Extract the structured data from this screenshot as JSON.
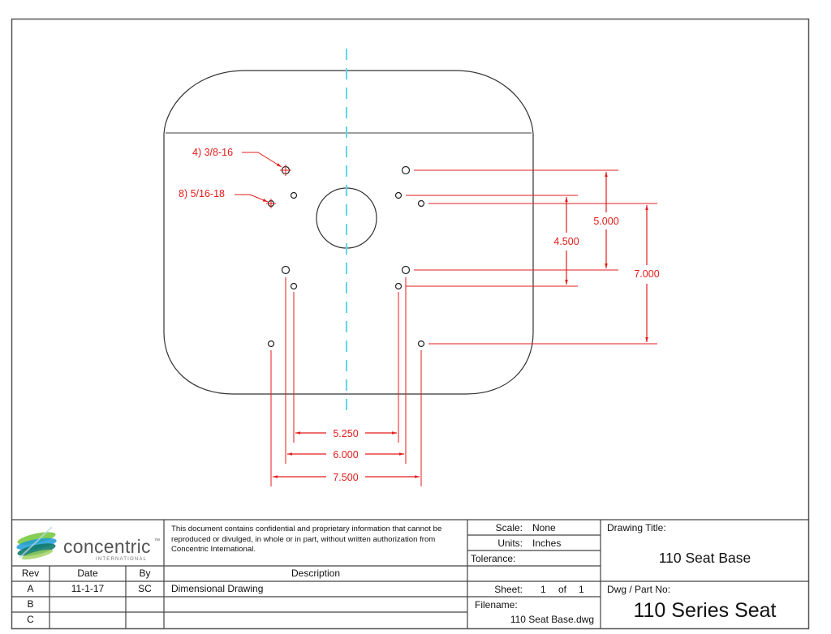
{
  "drawing": {
    "centerline_color": "#5fd8e6",
    "dimension_color": "#e41b1b",
    "outline_color": "#333333",
    "callouts": [
      {
        "label": "4) 3/8-16"
      },
      {
        "label": "8) 5/16-18"
      }
    ],
    "vertical_dimensions": [
      {
        "label": "4.500"
      },
      {
        "label": "5.000"
      },
      {
        "label": "7.000"
      }
    ],
    "horizontal_dimensions": [
      {
        "label": "5.250"
      },
      {
        "label": "6.000"
      },
      {
        "label": "7.500"
      }
    ]
  },
  "title_block": {
    "logo": {
      "name": "concentric",
      "tm": "™",
      "sub": "INTERNATIONAL"
    },
    "confidentiality": "This document contains confidential and proprietary information that cannot be reproduced or divulged, in whole or in part, without written authorization from Concentric International.",
    "revisions": {
      "headers": {
        "rev": "Rev",
        "date": "Date",
        "by": "By",
        "description": "Description"
      },
      "rows": [
        {
          "rev": "A",
          "date": "11-1-17",
          "by": "SC",
          "description": "Dimensional Drawing"
        },
        {
          "rev": "B",
          "date": "",
          "by": "",
          "description": ""
        },
        {
          "rev": "C",
          "date": "",
          "by": "",
          "description": ""
        }
      ]
    },
    "scale": {
      "label": "Scale:",
      "value": "None"
    },
    "units": {
      "label": "Units:",
      "value": "Inches"
    },
    "tolerance": {
      "label": "Tolerance:",
      "value": ""
    },
    "sheet": {
      "label": "Sheet:",
      "current": "1",
      "of": "of",
      "total": "1"
    },
    "filename": {
      "label": "Filename:",
      "value": "110 Seat Base.dwg"
    },
    "drawing_title": {
      "label": "Drawing Title:",
      "value": "110 Seat Base"
    },
    "part_no": {
      "label": "Dwg / Part No:",
      "value": "110 Series Seat"
    }
  }
}
